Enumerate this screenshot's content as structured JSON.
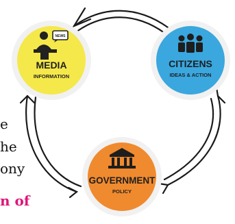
{
  "nodes": {
    "media": {
      "title": "MEDIA",
      "subtitle": "INFORMATION",
      "badge": "NEWS",
      "color": "#f5e84a",
      "ring": "#e9e9e9",
      "icon": "news-anchor-icon"
    },
    "citizens": {
      "title": "CITIZENS",
      "subtitle": "IDEAS & ACTION",
      "color": "#3aa7df",
      "ring": "#e9e9e9",
      "icon": "people-icon"
    },
    "government": {
      "title": "GOVERNMENT",
      "subtitle": "POLICY",
      "color": "#f08a2e",
      "ring": "#e9e9e9",
      "icon": "government-building-icon"
    }
  },
  "background_text": {
    "line1": "e",
    "line2": "he",
    "line3": "ony",
    "line4": "n   of",
    "line4_color": "#e0157a"
  },
  "arrows": {
    "color": "#1a1a1a"
  }
}
